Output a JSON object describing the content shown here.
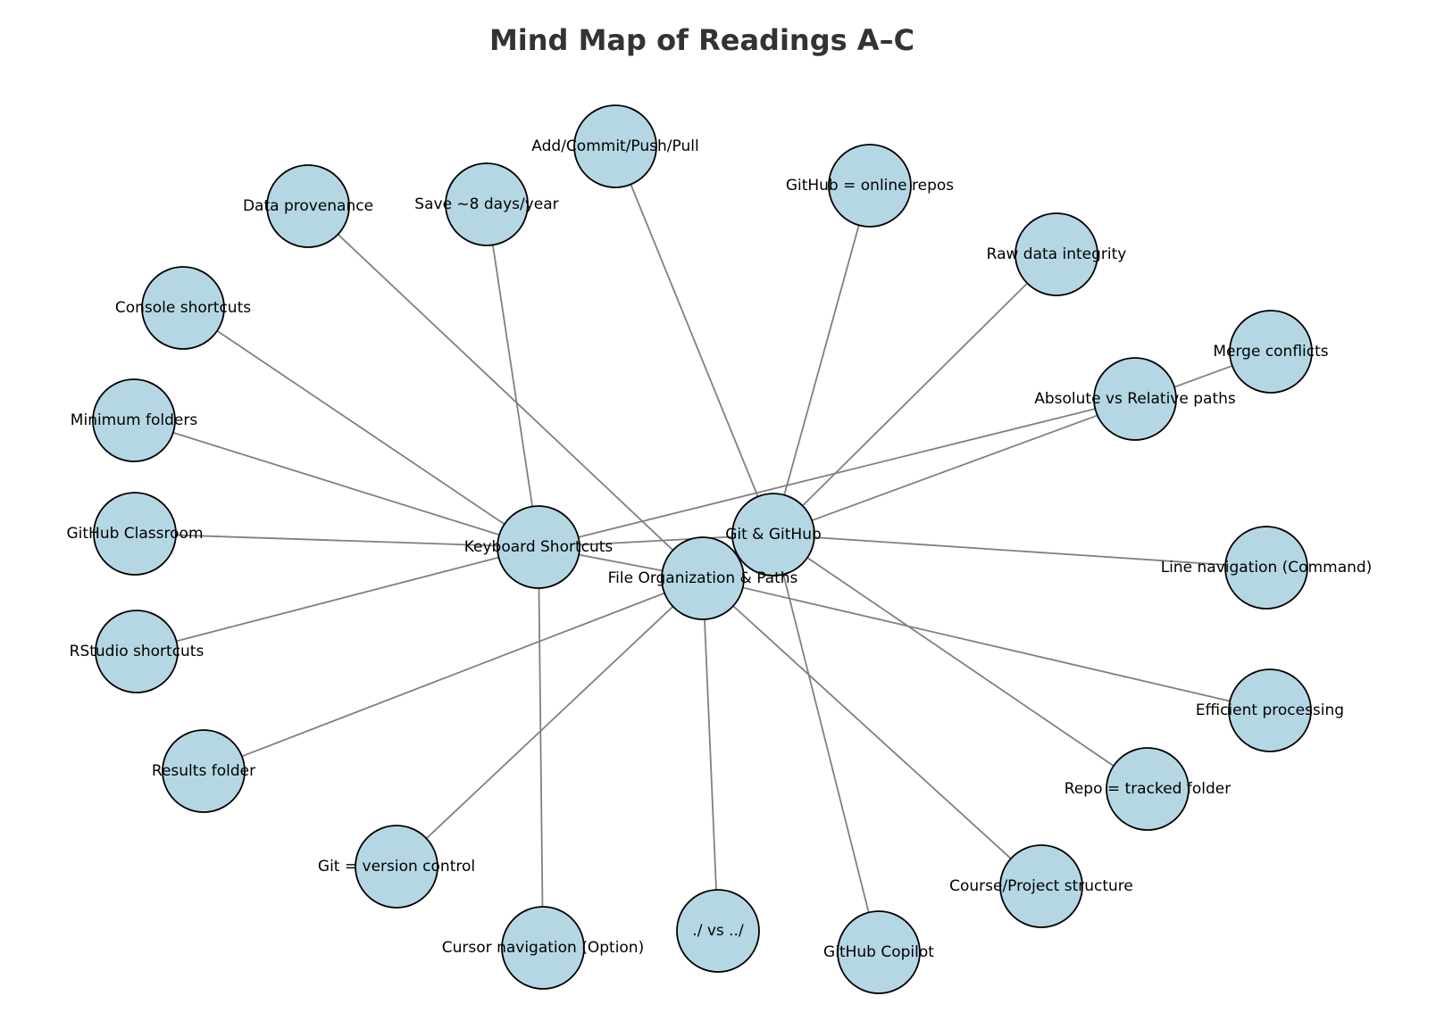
{
  "title": "Mind Map of Readings A–C",
  "colors": {
    "node_fill": "#b5d7e4",
    "node_stroke": "#000000",
    "edge": "#808080",
    "title": "#333333"
  },
  "nodes": [
    {
      "id": "keyboard",
      "label": "Keyboard Shortcuts"
    },
    {
      "id": "git",
      "label": "Git & GitHub"
    },
    {
      "id": "file",
      "label": "File Organization & Paths"
    },
    {
      "id": "addcommit",
      "label": "Add/Commit/Push/Pull"
    },
    {
      "id": "githubonline",
      "label": "GitHub = online repos"
    },
    {
      "id": "save8",
      "label": "Save ~8 days/year"
    },
    {
      "id": "provenance",
      "label": "Data provenance"
    },
    {
      "id": "rawdata",
      "label": "Raw data integrity"
    },
    {
      "id": "console",
      "label": "Console shortcuts"
    },
    {
      "id": "merge",
      "label": "Merge conflicts"
    },
    {
      "id": "abspaths",
      "label": "Absolute vs Relative paths"
    },
    {
      "id": "minfolders",
      "label": "Minimum folders"
    },
    {
      "id": "classroom",
      "label": "GitHub Classroom"
    },
    {
      "id": "linenav",
      "label": "Line navigation (Command)"
    },
    {
      "id": "rstudio",
      "label": "RStudio shortcuts"
    },
    {
      "id": "efficient",
      "label": "Efficient processing"
    },
    {
      "id": "results",
      "label": "Results folder"
    },
    {
      "id": "repo",
      "label": "Repo = tracked folder"
    },
    {
      "id": "gitvc",
      "label": "Git = version control"
    },
    {
      "id": "course",
      "label": "Course/Project structure"
    },
    {
      "id": "cursornav",
      "label": "Cursor navigation (Option)"
    },
    {
      "id": "dotpaths",
      "label": "./ vs ../"
    },
    {
      "id": "copilot",
      "label": "GitHub Copilot"
    }
  ],
  "edges": [
    [
      "keyboard",
      "git"
    ],
    [
      "keyboard",
      "file"
    ],
    [
      "git",
      "file"
    ],
    [
      "keyboard",
      "console"
    ],
    [
      "keyboard",
      "minfolders"
    ],
    [
      "keyboard",
      "classroom"
    ],
    [
      "keyboard",
      "rstudio"
    ],
    [
      "keyboard",
      "save8"
    ],
    [
      "keyboard",
      "cursornav"
    ],
    [
      "keyboard",
      "abspaths"
    ],
    [
      "git",
      "addcommit"
    ],
    [
      "git",
      "githubonline"
    ],
    [
      "git",
      "rawdata"
    ],
    [
      "git",
      "merge"
    ],
    [
      "git",
      "linenav"
    ],
    [
      "git",
      "repo"
    ],
    [
      "git",
      "copilot"
    ],
    [
      "file",
      "provenance"
    ],
    [
      "file",
      "results"
    ],
    [
      "file",
      "gitvc"
    ],
    [
      "file",
      "dotpaths"
    ],
    [
      "file",
      "course"
    ],
    [
      "file",
      "efficient"
    ]
  ]
}
